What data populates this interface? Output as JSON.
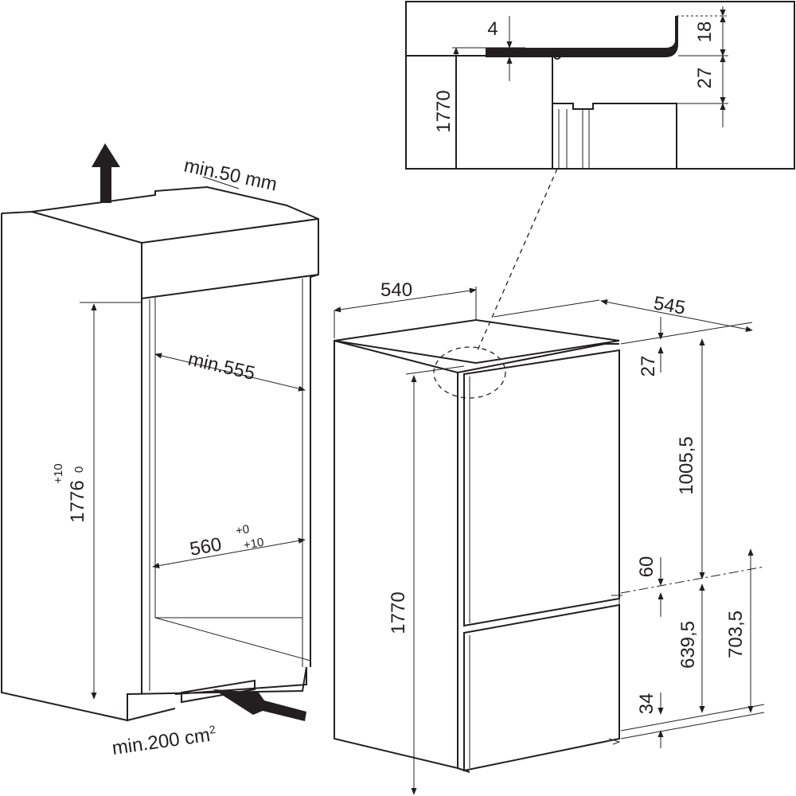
{
  "labels": {
    "ventilation_top": "min.50 mm",
    "ventilation_bottom": "min.200 cm",
    "ventilation_bottom_sup": "2",
    "niche_depth": "min.555",
    "niche_width": "560",
    "niche_width_tol_upper": "+0",
    "niche_width_tol_lower": "+10",
    "niche_height": "1776",
    "niche_height_tol_upper": "+10",
    "niche_height_tol_lower": "0",
    "appliance_width": "540",
    "appliance_depth": "545",
    "appliance_height": "1770",
    "top_gap": "27",
    "upper_door": "1005,5",
    "door_gap": "60",
    "lower_door": "639,5",
    "lower_section": "703,5",
    "bottom_gap": "34",
    "detail_height": "1770",
    "detail_a": "4",
    "detail_b": "18",
    "detail_c": "27"
  }
}
